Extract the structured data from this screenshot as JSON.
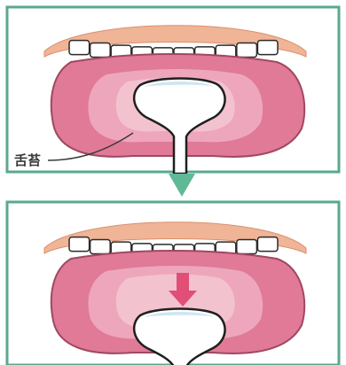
{
  "colors": {
    "frame": "#5aa98c",
    "gum": "#f0b596",
    "tooth": "#ffffff",
    "tooth_outline": "#2a2a2a",
    "tongue_outer": "#e07a97",
    "tongue_mid": "#eea6bd",
    "tongue_inner": "#f3c2cf",
    "plaque": "#e4b1bd",
    "scraper_fill": "#ffffff",
    "scraper_shadow": "#cfe6f2",
    "connector": "#5fb896",
    "motion_arrow": "#e14e76"
  },
  "panels": [
    {
      "name": "before",
      "label": "舌苔",
      "scraper_icon": "tongue-scraper-icon"
    },
    {
      "name": "after",
      "motion_icon": "down-arrow-icon"
    }
  ],
  "connector_icon": "triangle-down-icon"
}
